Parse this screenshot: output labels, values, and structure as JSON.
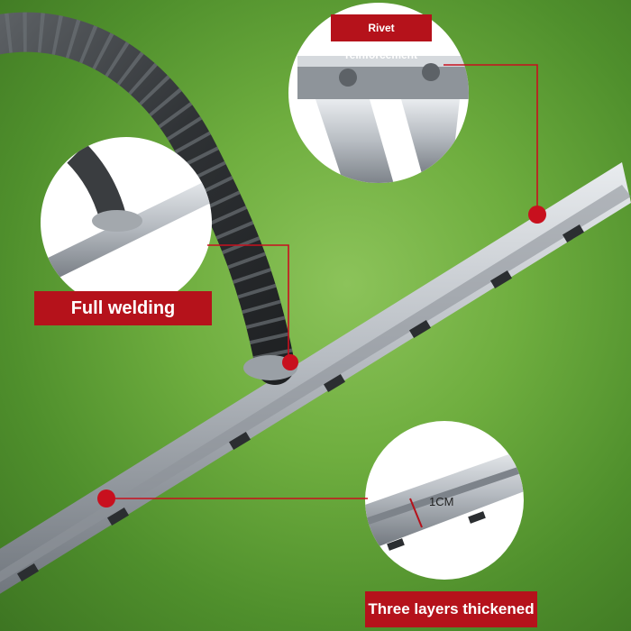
{
  "labels": {
    "rivet": "Rivet reinforcement",
    "weld": "Full welding",
    "layers": "Three layers thickened"
  },
  "measurement": "1CM",
  "colors": {
    "label_bg": "#b5121b",
    "label_text": "#ffffff",
    "marker": "#c8101e",
    "callout_line": "#c8101e",
    "background_grass": "#6fae3f",
    "metal": "#a9adb3",
    "rebar": "#3a3d40"
  }
}
